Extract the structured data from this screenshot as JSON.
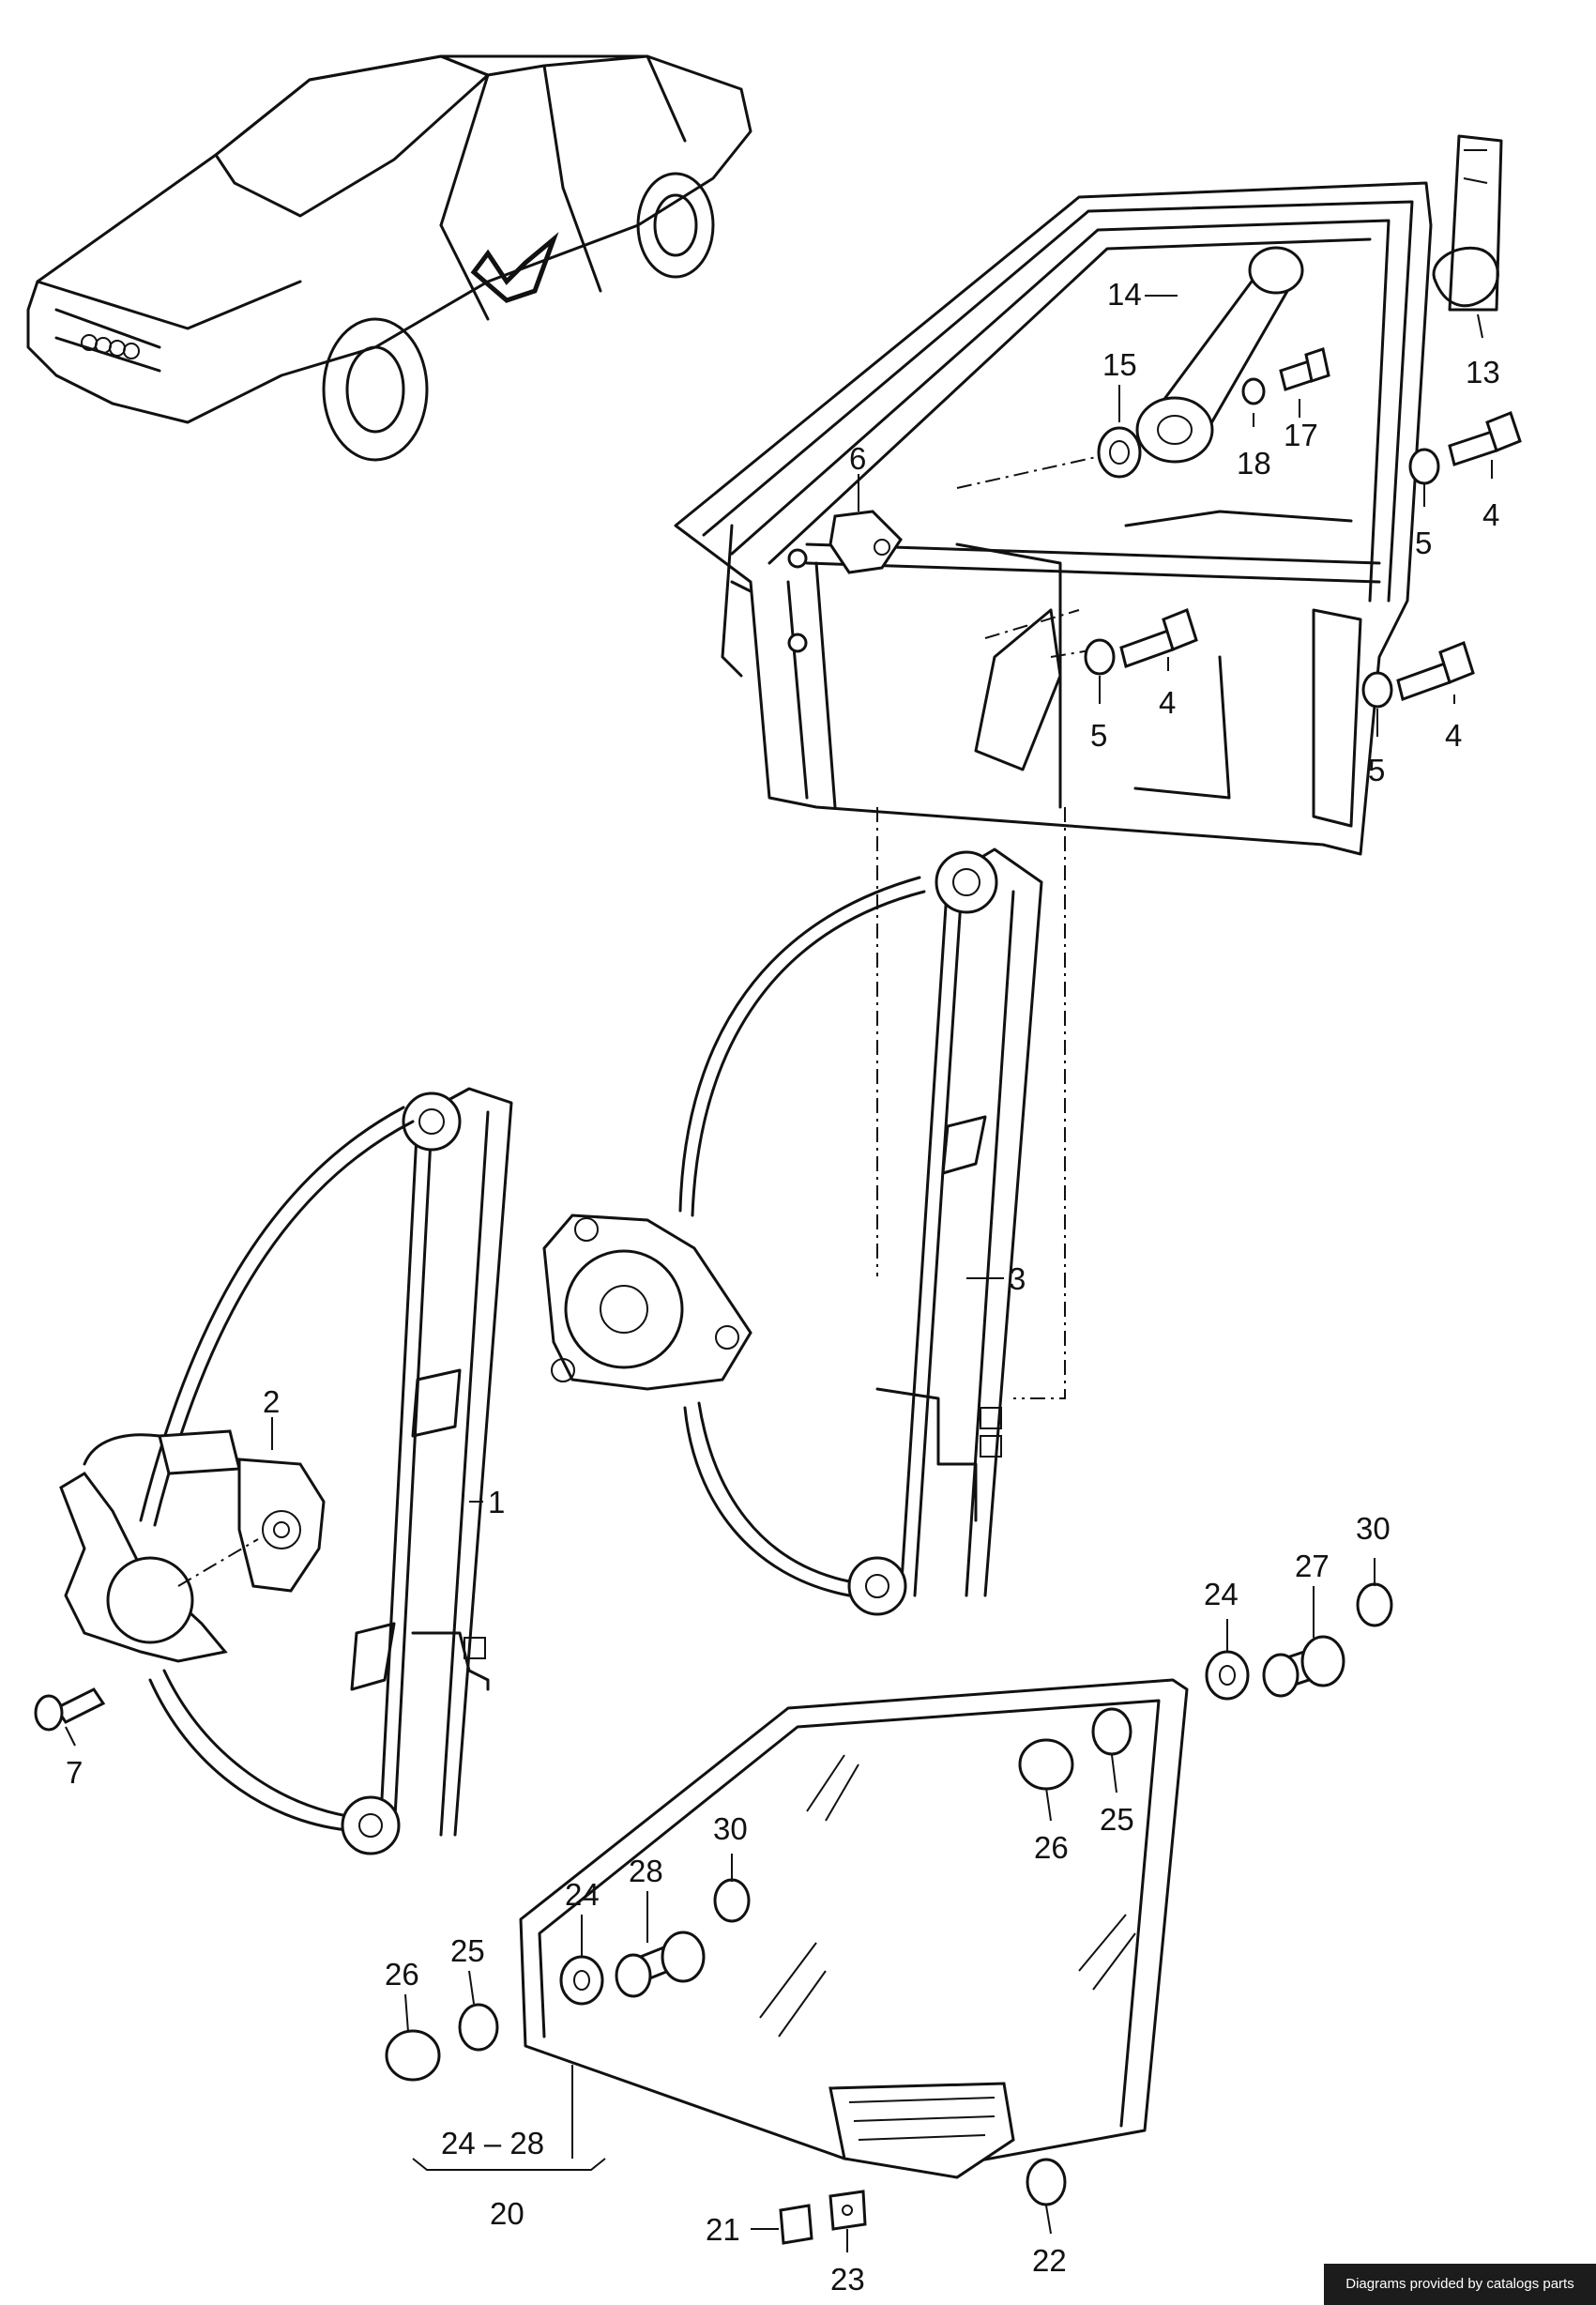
{
  "credit_text": "Diagrams provided by catalogs parts",
  "callouts": [
    {
      "id": "c1",
      "text": "1"
    },
    {
      "id": "c2",
      "text": "2"
    },
    {
      "id": "c3",
      "text": "3"
    },
    {
      "id": "c4a",
      "text": "4"
    },
    {
      "id": "c4b",
      "text": "4"
    },
    {
      "id": "c4c",
      "text": "4"
    },
    {
      "id": "c5a",
      "text": "5"
    },
    {
      "id": "c5b",
      "text": "5"
    },
    {
      "id": "c5c",
      "text": "5"
    },
    {
      "id": "c6",
      "text": "6"
    },
    {
      "id": "c7",
      "text": "7"
    },
    {
      "id": "c13",
      "text": "13"
    },
    {
      "id": "c14",
      "text": "14"
    },
    {
      "id": "c15",
      "text": "15"
    },
    {
      "id": "c17",
      "text": "17"
    },
    {
      "id": "c18",
      "text": "18"
    },
    {
      "id": "c20",
      "text": "20"
    },
    {
      "id": "c2428",
      "text": "24 – 28"
    },
    {
      "id": "c21",
      "text": "21"
    },
    {
      "id": "c22",
      "text": "22"
    },
    {
      "id": "c23",
      "text": "23"
    },
    {
      "id": "c24a",
      "text": "24"
    },
    {
      "id": "c24b",
      "text": "24"
    },
    {
      "id": "c25a",
      "text": "25"
    },
    {
      "id": "c25b",
      "text": "25"
    },
    {
      "id": "c26a",
      "text": "26"
    },
    {
      "id": "c26b",
      "text": "26"
    },
    {
      "id": "c27",
      "text": "27"
    },
    {
      "id": "c28",
      "text": "28"
    },
    {
      "id": "c30a",
      "text": "30"
    },
    {
      "id": "c30b",
      "text": "30"
    }
  ]
}
